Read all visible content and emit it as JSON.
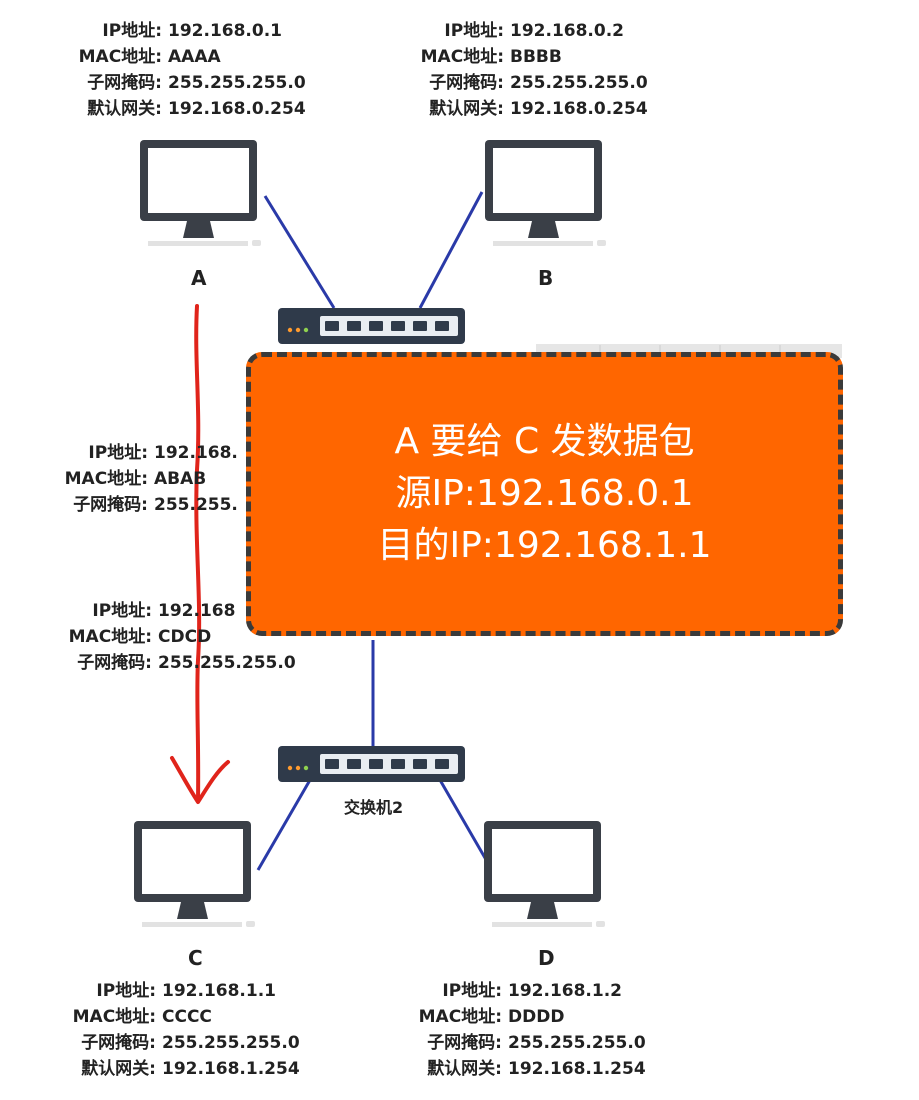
{
  "hosts": {
    "a": {
      "name": "A",
      "ip_label": "IP地址:",
      "ip": "192.168.0.1",
      "mac_label": "MAC地址:",
      "mac": "AAAA",
      "mask_label": "子网掩码:",
      "mask": "255.255.255.0",
      "gw_label": "默认网关:",
      "gw": "192.168.0.254"
    },
    "b": {
      "name": "B",
      "ip_label": "IP地址:",
      "ip": "192.168.0.2",
      "mac_label": "MAC地址:",
      "mac": "BBBB",
      "mask_label": "子网掩码:",
      "mask": "255.255.255.0",
      "gw_label": "默认网关:",
      "gw": "192.168.0.254"
    },
    "c": {
      "name": "C",
      "ip_label": "IP地址:",
      "ip": "192.168.1.1",
      "mac_label": "MAC地址:",
      "mac": "CCCC",
      "mask_label": "子网掩码:",
      "mask": "255.255.255.0",
      "gw_label": "默认网关:",
      "gw": "192.168.1.254"
    },
    "d": {
      "name": "D",
      "ip_label": "IP地址:",
      "ip": "192.168.1.2",
      "mac_label": "MAC地址:",
      "mac": "DDDD",
      "mask_label": "子网掩码:",
      "mask": "255.255.255.0",
      "gw_label": "默认网关:",
      "gw": "192.168.1.254"
    }
  },
  "router": {
    "port1": {
      "ip_label": "IP地址:",
      "ip": "192.168.",
      "mac_label": "MAC地址:",
      "mac": "ABAB",
      "mask_label": "子网掩码:",
      "mask": "255.255."
    },
    "port2": {
      "ip_label": "IP地址:",
      "ip": "192.168",
      "mac_label": "MAC地址:",
      "mac": "CDCD",
      "mask_label": "子网掩码:",
      "mask": "255.255.255.0"
    }
  },
  "switch2": {
    "label": "交换机2"
  },
  "callout": {
    "line1": "A 要给 C 发数据包",
    "line2": "源IP:192.168.0.1",
    "line3": "目的IP:192.168.1.1"
  },
  "colors": {
    "link": "#2a3aa8",
    "arrow": "#e0241b",
    "callout_bg": "#ff6600",
    "switch": "#2f3a4a"
  }
}
